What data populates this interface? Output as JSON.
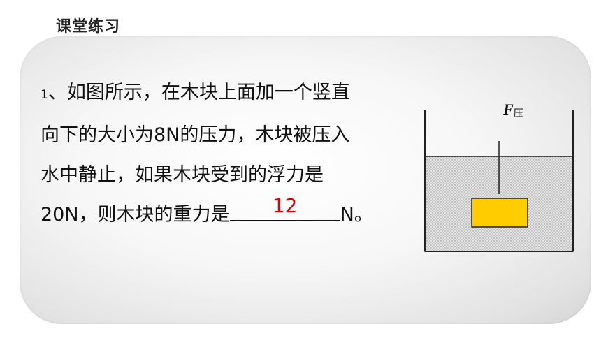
{
  "header": {
    "title": "课堂练习"
  },
  "question": {
    "number": "1",
    "line1": "、如图所示，在木块上面加一个竖直",
    "line2": "向下的大小为8N的压力，木块被压入",
    "line3": "水中静止，如果木块受到的浮力是",
    "line4_before": "20N，则木块的重力是",
    "answer": "12",
    "line4_after": "N。"
  },
  "diagram": {
    "force_symbol": "F",
    "force_subscript": "压",
    "block_color": "#ffcc00",
    "water_color": "#d0d0d0"
  }
}
